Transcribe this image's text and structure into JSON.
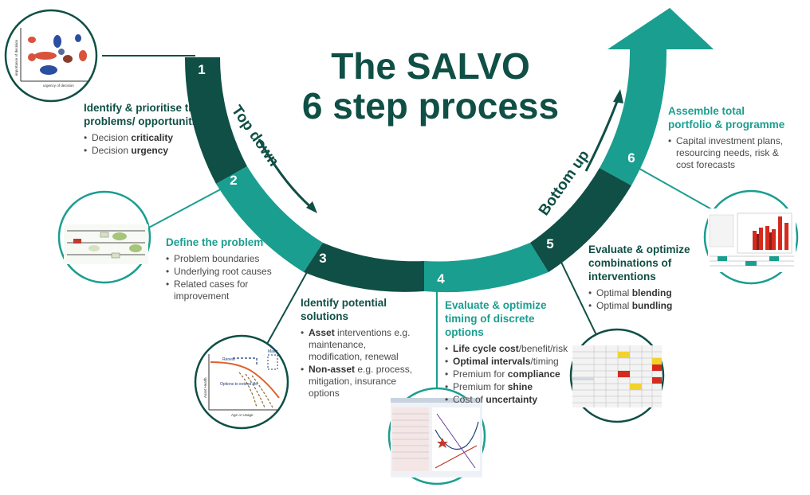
{
  "title": {
    "line1": "The SALVO",
    "line2": "6 step process"
  },
  "labels": {
    "top_down": "Top down",
    "bottom_up": "Bottom up"
  },
  "colors": {
    "dark": "#0f4f45",
    "teal": "#1a9e90"
  },
  "steps": [
    {
      "number": "1",
      "title": "Identify & prioritise the problems/ opportunities",
      "bullets": [
        {
          "pre": "Decision ",
          "bold": "criticality",
          "post": ""
        },
        {
          "pre": "Decision ",
          "bold": "urgency",
          "post": ""
        }
      ]
    },
    {
      "number": "2",
      "title": "Define the problem",
      "bullets": [
        {
          "pre": "Problem boundaries",
          "bold": "",
          "post": ""
        },
        {
          "pre": "Underlying root causes",
          "bold": "",
          "post": ""
        },
        {
          "pre": "Related cases for improvement",
          "bold": "",
          "post": ""
        }
      ]
    },
    {
      "number": "3",
      "title": "Identify potential solutions",
      "bullets": [
        {
          "pre": "",
          "bold": "Asset",
          "post": " interventions e.g. maintenance, modification, renewal"
        },
        {
          "pre": "",
          "bold": "Non-asset",
          "post": " e.g. process, mitigation, insurance options"
        }
      ]
    },
    {
      "number": "4",
      "title": "Evaluate & optimize timing of discrete options",
      "bullets": [
        {
          "pre": "",
          "bold": "Life cycle cost",
          "post": "/benefit/risk"
        },
        {
          "pre": "",
          "bold": "Optimal intervals",
          "post": "/timing"
        },
        {
          "pre": "Premium for ",
          "bold": "compliance",
          "post": ""
        },
        {
          "pre": "Premium for ",
          "bold": "shine",
          "post": ""
        },
        {
          "pre": "Cost of ",
          "bold": "uncertainty",
          "post": ""
        }
      ]
    },
    {
      "number": "5",
      "title": "Evaluate & optimize combinations of interventions",
      "bullets": [
        {
          "pre": "Optimal ",
          "bold": "blending",
          "post": ""
        },
        {
          "pre": "Optimal ",
          "bold": "bundling",
          "post": ""
        }
      ]
    },
    {
      "number": "6",
      "title": "Assemble total portfolio & programme",
      "bullets": [
        {
          "pre": "Capital investment plans, resourcing needs, risk & cost forecasts",
          "bold": "",
          "post": ""
        }
      ]
    }
  ],
  "thumbnails": {
    "t1": {
      "y_axis": "importance of decision",
      "x_axis": "urgency of decision"
    },
    "t3": {
      "renew": "Renew",
      "maint": "Maint",
      "options": "Options to extend life",
      "y_axis": "Asset Health",
      "x_axis": "Age or Usage"
    }
  }
}
